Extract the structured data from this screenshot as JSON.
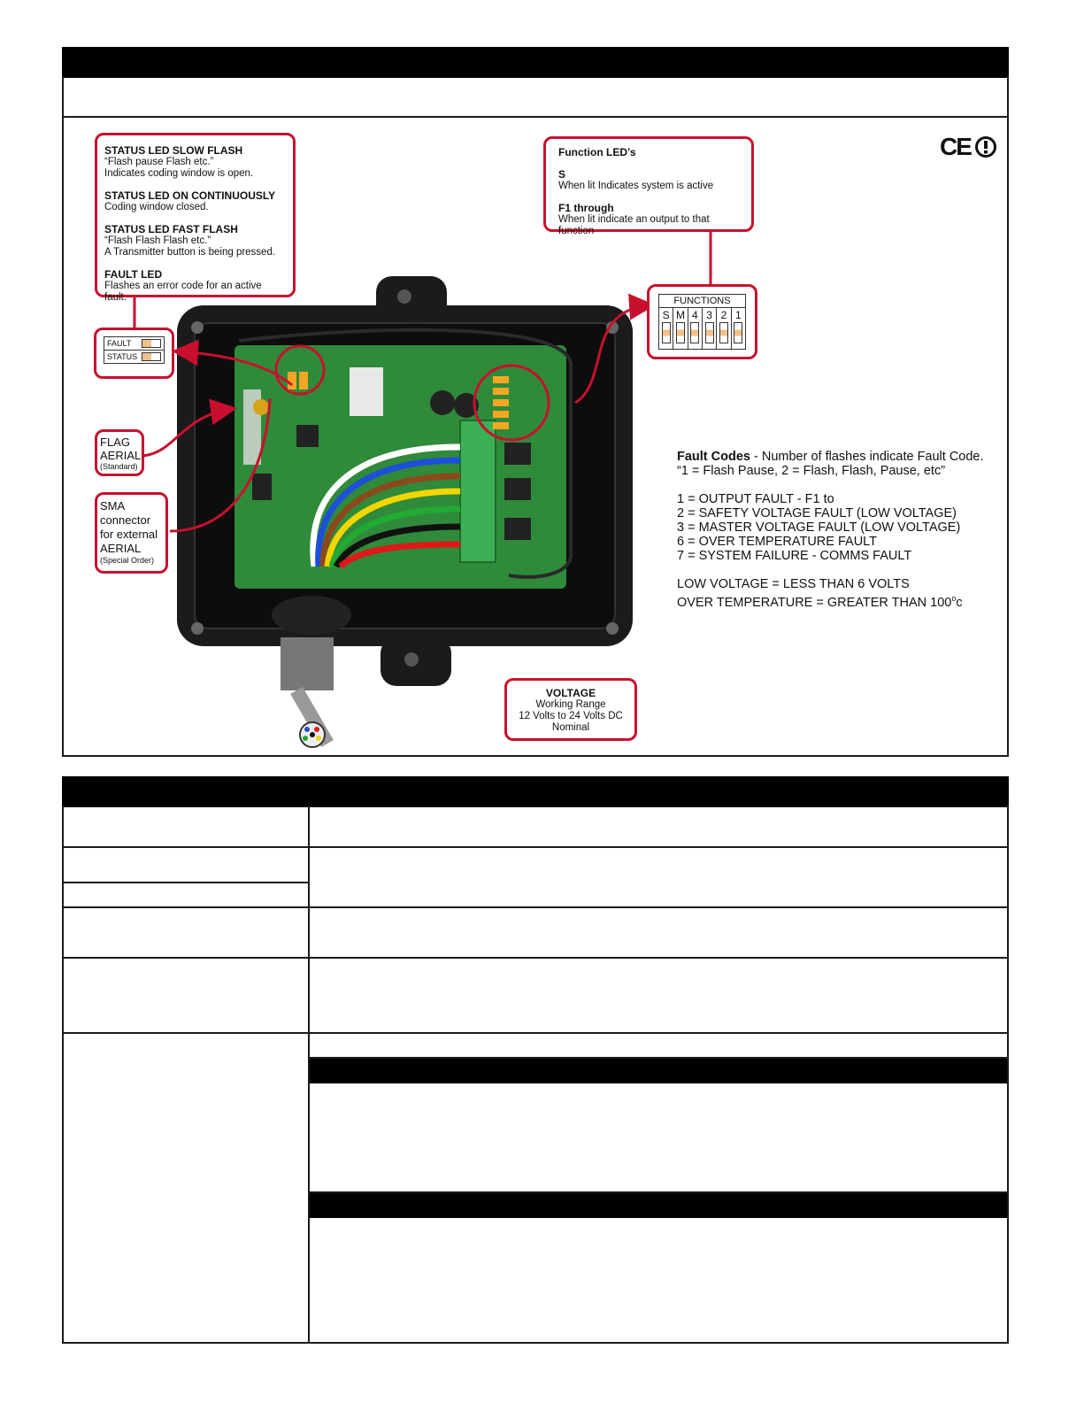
{
  "status_callout": {
    "slow_flash_title": "STATUS LED SLOW FLASH",
    "slow_flash_line1": "“Flash pause Flash etc.”",
    "slow_flash_line2": "Indicates coding window is open.",
    "on_title": "STATUS LED ON CONTINUOUSLY",
    "on_line1": "Coding window closed.",
    "fast_flash_title": "STATUS LED FAST FLASH",
    "fast_flash_line1": "“Flash Flash Flash etc.”",
    "fast_flash_line2": "A Transmitter button is being pressed.",
    "fault_title": "FAULT LED",
    "fault_line1": "Flashes an error code for an active fault."
  },
  "function_callout": {
    "title": "Function LED’s",
    "s_title": "S",
    "s_line": "When lit Indicates system is active",
    "f_title": "F1 through",
    "f_line": "When lit indicate an output to that function"
  },
  "fault_status_legend": {
    "fault": "FAULT",
    "status": "STATUS"
  },
  "functions_legend": {
    "title": "FUNCTIONS",
    "labels": [
      "S",
      "M",
      "4",
      "3",
      "2",
      "1"
    ]
  },
  "flag_aerial": {
    "line1": "FLAG",
    "line2": "AERIAL",
    "line3": "(Standard)"
  },
  "sma": {
    "line1": "SMA",
    "line2": "connector",
    "line3": "for external",
    "line4": "AERIAL",
    "line5": "(Special Order)"
  },
  "fault_codes": {
    "title_bold": "Fault Codes",
    "title_rest": " - Number of flashes indicate Fault Code.",
    "subtitle": "“1 = Flash Pause, 2 = Flash, Flash, Pause, etc”",
    "codes": [
      "1 = OUTPUT FAULT - F1 to",
      "2 = SAFETY VOLTAGE FAULT (LOW VOLTAGE)",
      "3 = MASTER VOLTAGE FAULT (LOW VOLTAGE)",
      "6 = OVER TEMPERATURE FAULT",
      "7 = SYSTEM FAILURE - COMMS FAULT"
    ],
    "note1": "LOW VOLTAGE = LESS THAN 6 VOLTS",
    "note2_a": "OVER TEMPERATURE = GREATER THAN 100",
    "note2_deg": "o",
    "note2_b": "c"
  },
  "voltage": {
    "title": "VOLTAGE",
    "line1": "Working Range",
    "line2": "12 Volts to 24 Volts DC",
    "line3": "Nominal"
  },
  "ce_mark": "CE",
  "colors": {
    "callout_red": "#c8102e",
    "pcb_green": "#2f8a3a",
    "enclosure": "#1b1b1b"
  }
}
